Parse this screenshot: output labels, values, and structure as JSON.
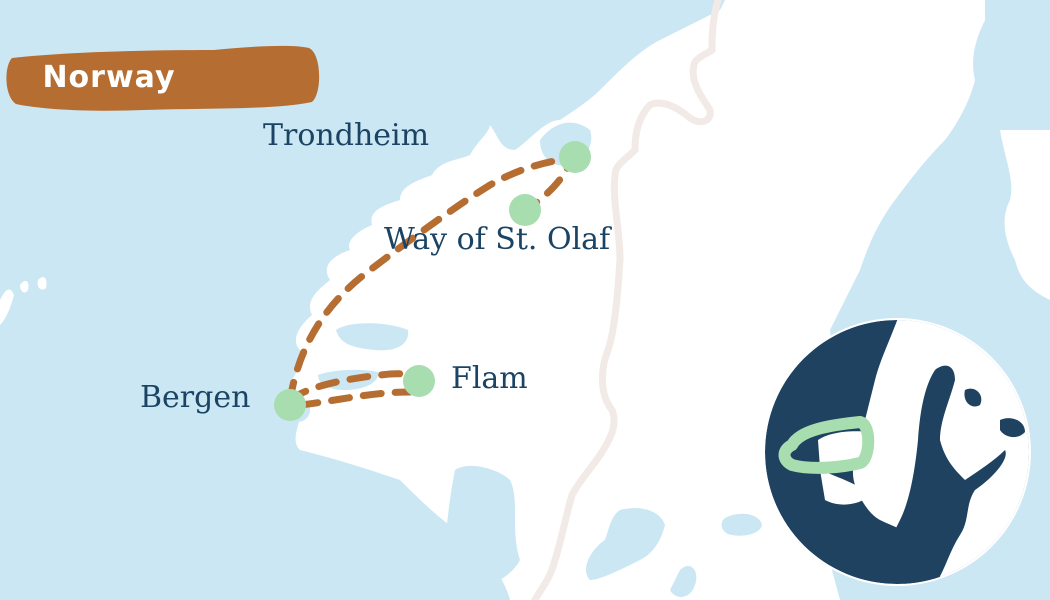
{
  "title": {
    "label": "Norway"
  },
  "locations": [
    {
      "name": "Trondheim",
      "label": "Trondheim"
    },
    {
      "name": "Way of St. Olaf",
      "label": "Way of St. Olaf"
    },
    {
      "name": "Bergen",
      "label": "Bergen"
    },
    {
      "name": "Flam",
      "label": "Flam"
    }
  ],
  "colors": {
    "water": "#cbe7f3",
    "land": "#ffffff",
    "route": "#b56d32",
    "marker": "#a8ddb0",
    "label": "#1b4464",
    "badge": "#b56d32",
    "border": "#f1eae6",
    "inset_sea": "#1f4260"
  },
  "inset": {
    "label": "Scandinavia overview with Norway region highlighted"
  }
}
